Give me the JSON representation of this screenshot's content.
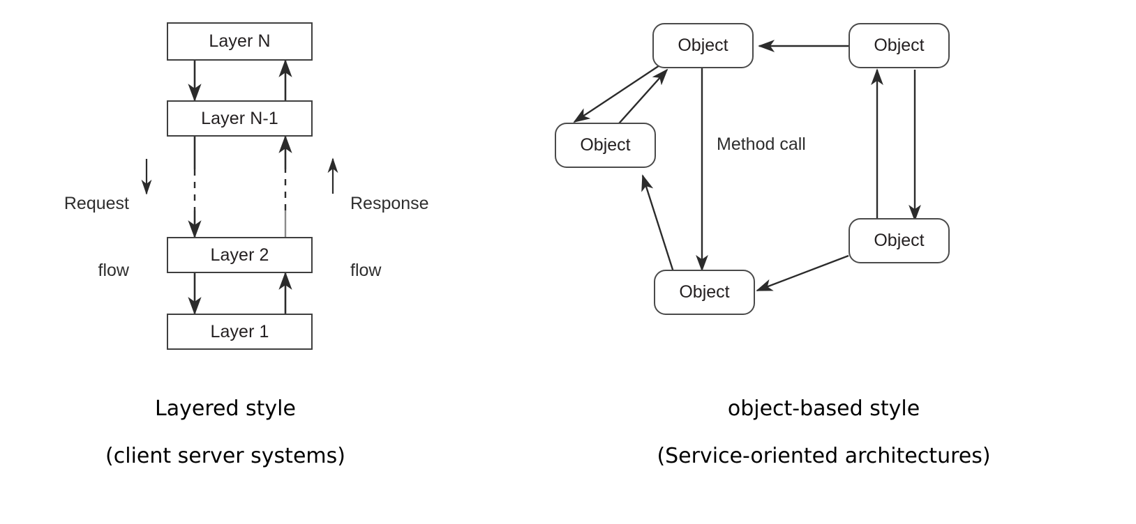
{
  "figure": {
    "background_color": "#ffffff",
    "stroke_color": "#3f3f3f",
    "text_color": "#231f20"
  },
  "left_diagram": {
    "name": "layered-style-diagram",
    "boxes": [
      {
        "id": "layer-n",
        "label": "Layer N"
      },
      {
        "id": "layer-n-1",
        "label": "Layer N-1"
      },
      {
        "id": "layer-2",
        "label": "Layer 2"
      },
      {
        "id": "layer-1",
        "label": "Layer 1"
      }
    ],
    "annotations": [
      {
        "id": "request-flow",
        "line1": "Request",
        "line2": "flow",
        "arrow": "down"
      },
      {
        "id": "response-flow",
        "line1": "Response",
        "line2": "flow",
        "arrow": "up"
      }
    ],
    "caption_line1": "Layered style",
    "caption_line2": "(client server systems)"
  },
  "right_diagram": {
    "name": "object-based-style-diagram",
    "boxes": [
      {
        "id": "object-top-left",
        "label": "Object"
      },
      {
        "id": "object-top-right",
        "label": "Object"
      },
      {
        "id": "object-mid-left",
        "label": "Object"
      },
      {
        "id": "object-mid-right",
        "label": "Object"
      },
      {
        "id": "object-bottom-center",
        "label": "Object"
      }
    ],
    "annotations": [
      {
        "id": "method-call",
        "label": "Method call"
      }
    ],
    "caption_line1": "object-based style",
    "caption_line2": "(Service-oriented architectures)"
  }
}
